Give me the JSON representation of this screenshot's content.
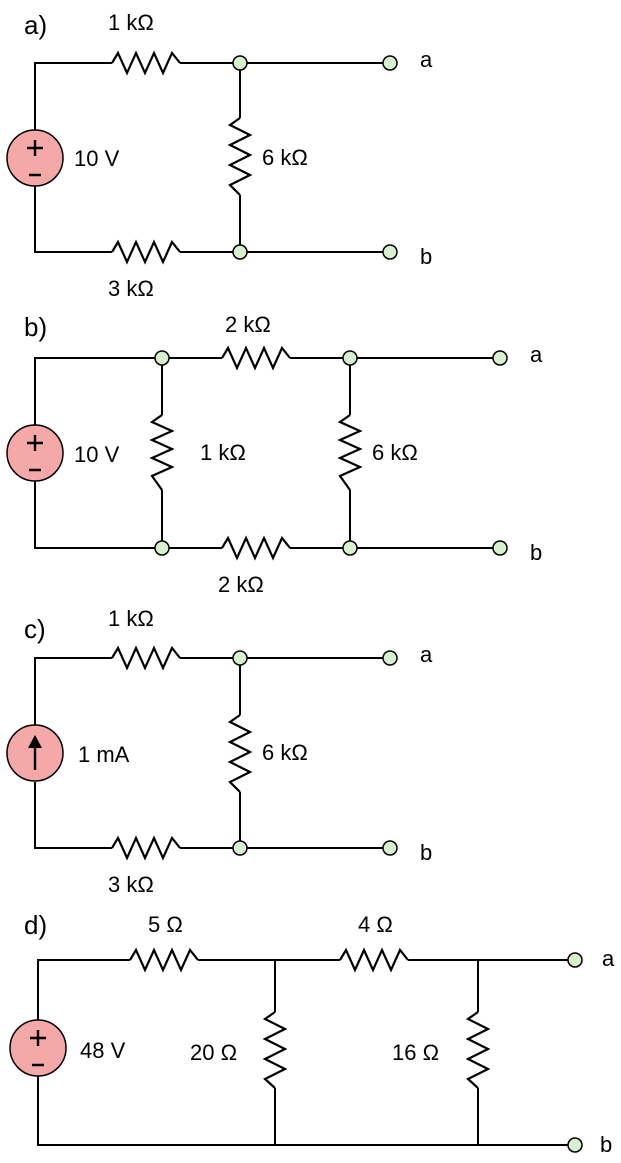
{
  "colors": {
    "node_fill": "#d8f0d0",
    "source_fill": "#f4a9a8",
    "wire": "#000000"
  },
  "panels": [
    {
      "label": "a)",
      "source": {
        "type": "voltage",
        "label": "10 V"
      },
      "resistors": [
        "1 kΩ",
        "6 kΩ",
        "3 kΩ"
      ],
      "terminals": [
        "a",
        "b"
      ]
    },
    {
      "label": "b)",
      "source": {
        "type": "voltage",
        "label": "10 V"
      },
      "resistors": [
        "2 kΩ",
        "1 kΩ",
        "6 kΩ",
        "2 kΩ"
      ],
      "terminals": [
        "a",
        "b"
      ]
    },
    {
      "label": "c)",
      "source": {
        "type": "current",
        "label": "1 mA"
      },
      "resistors": [
        "1 kΩ",
        "6 kΩ",
        "3 kΩ"
      ],
      "terminals": [
        "a",
        "b"
      ]
    },
    {
      "label": "d)",
      "source": {
        "type": "voltage",
        "label": "48 V"
      },
      "resistors": [
        "5 Ω",
        "4 Ω",
        "20 Ω",
        "16 Ω"
      ],
      "terminals": [
        "a",
        "b"
      ]
    }
  ]
}
